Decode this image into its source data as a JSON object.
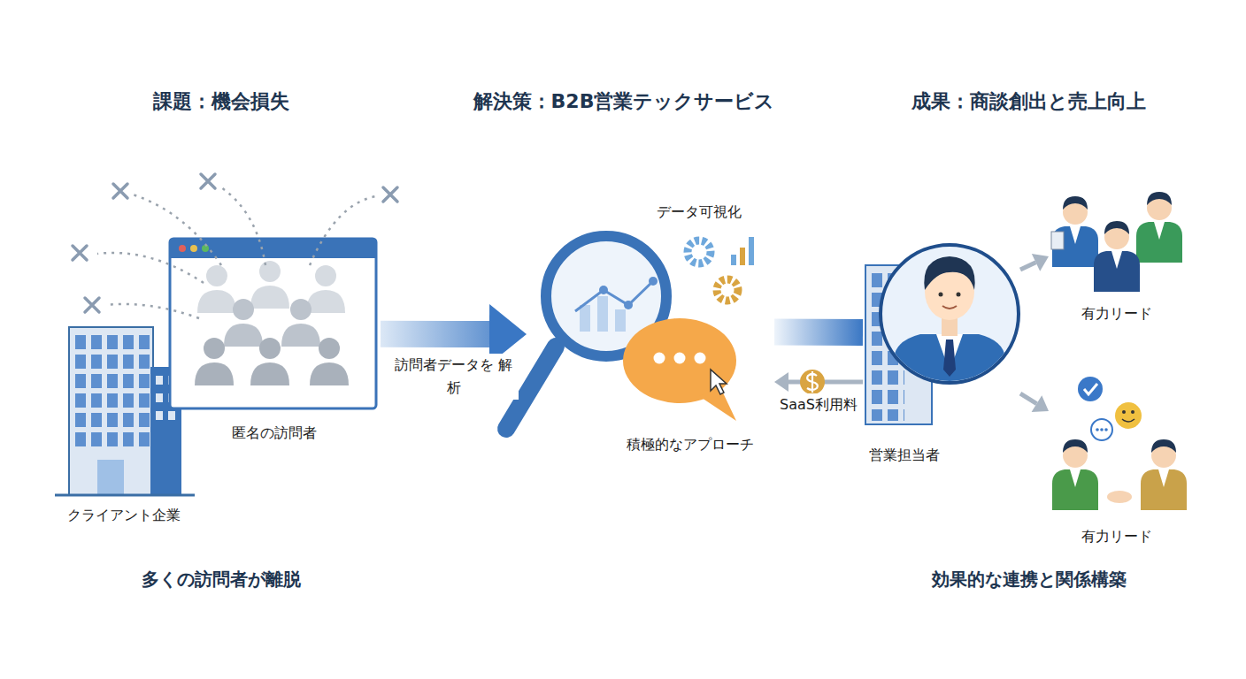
{
  "diagram": {
    "nodes": [
      {
        "text": [
          "クライアント企業"
        ]
      },
      {
        "text": [
          "匿名の訪問者"
        ]
      },
      {
        "text": [
          "データ可視化"
        ]
      },
      {
        "text": [
          "積極的なアプローチ"
        ]
      },
      {
        "text": [
          "営業担当者"
        ]
      },
      {
        "text": [
          "有力リード"
        ]
      },
      {
        "text": [
          "有力リード"
        ]
      }
    ],
    "edges": [
      {
        "from": 1,
        "to": 2,
        "arrow": "to",
        "label": "訪問者データを 解析"
      },
      {
        "from": 3,
        "to": 4,
        "arrow": "none"
      },
      {
        "from": 4,
        "to": 3,
        "arrow": "to",
        "label": "SaaS利用料"
      },
      {
        "from": 4,
        "to": 5,
        "arrow": "to"
      },
      {
        "from": 4,
        "to": 6,
        "arrow": "to"
      }
    ],
    "labels": [
      "課題：機会損失",
      "解決策：B2B営業テックサービス",
      "成果：商談創出と売上向上",
      "多くの訪問者が離脱",
      "効果的な連携と関係構築"
    ]
  }
}
